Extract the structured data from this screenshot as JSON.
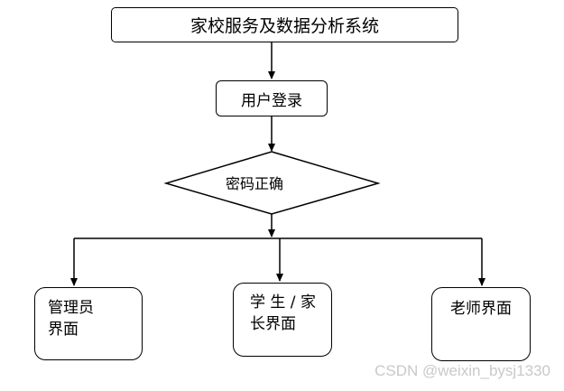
{
  "diagram": {
    "title": "家校服务及数据分析系统",
    "login": "用户登录",
    "decision": "密码正确",
    "roles": {
      "admin": {
        "line1": "管理员",
        "line2": "界面"
      },
      "student_parent": {
        "line1": "学 生 / 家",
        "line2": "长界面"
      },
      "teacher": {
        "line1": "老师界面"
      }
    }
  },
  "watermark": "CSDN @weixin_bysj1330",
  "colors": {
    "stroke": "#000000",
    "background": "#ffffff",
    "watermark": "#c9c9c9"
  }
}
